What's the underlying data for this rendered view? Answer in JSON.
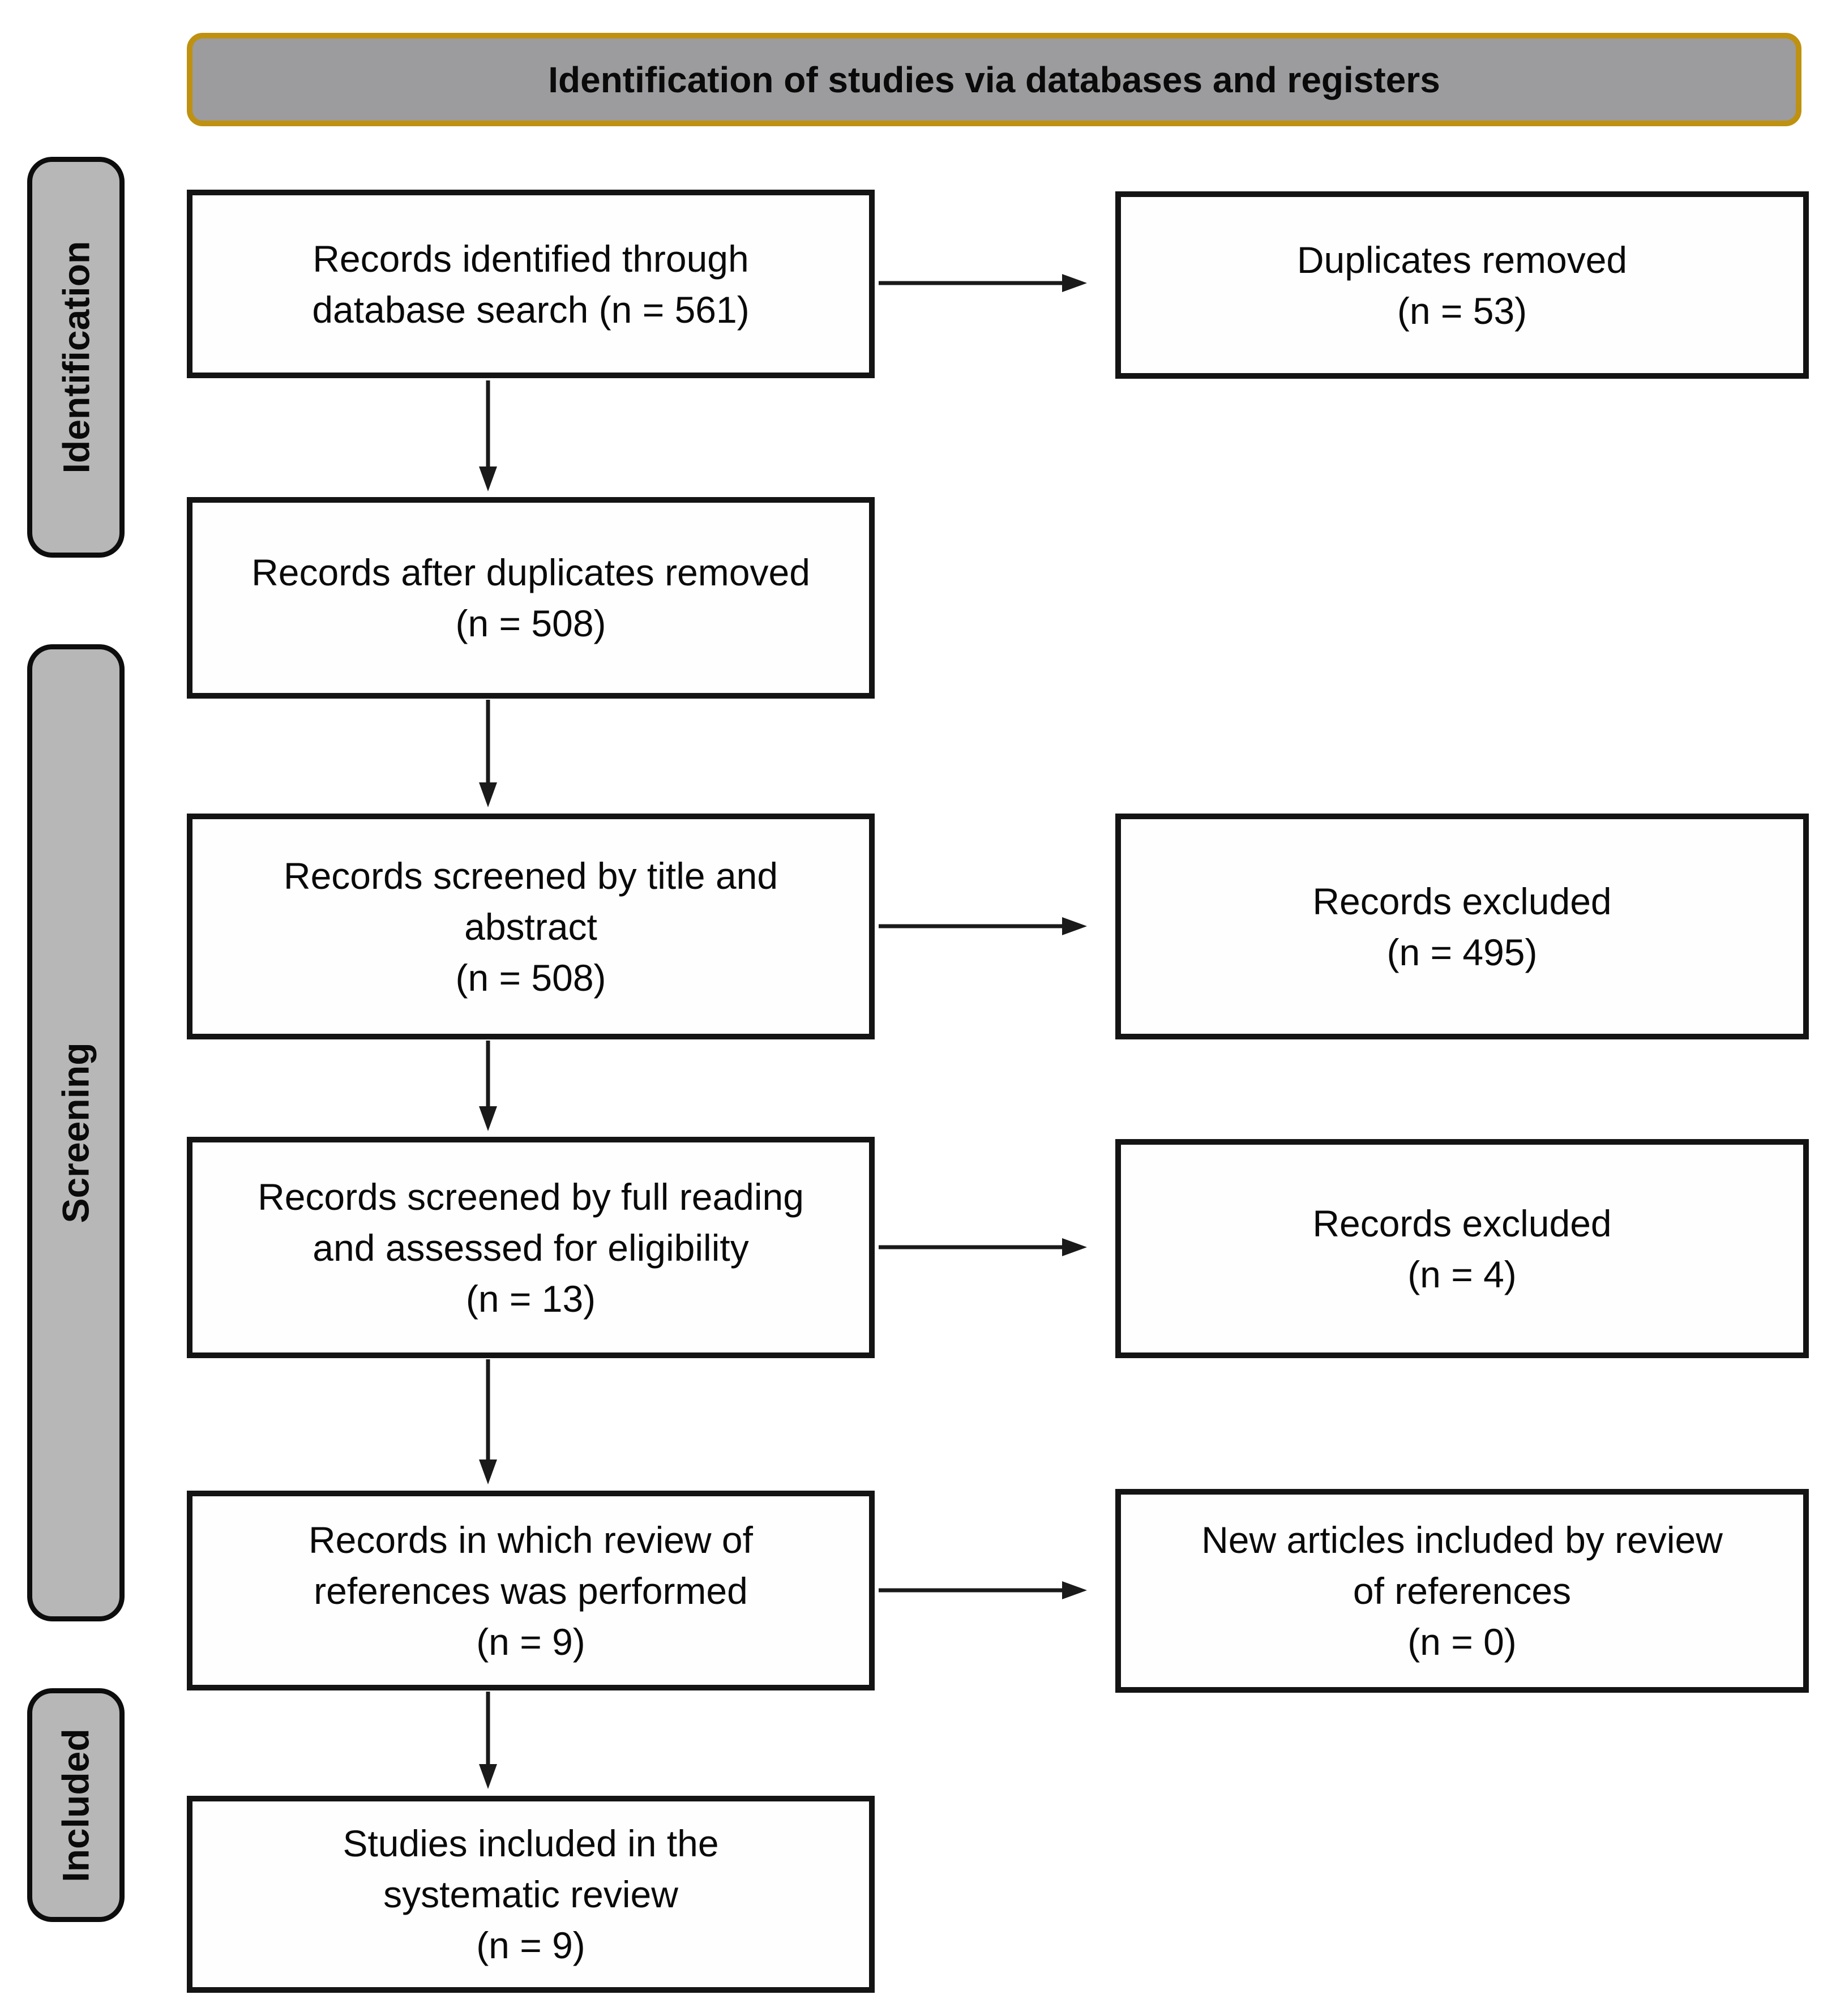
{
  "banner": {
    "label": "Identification of studies via databases and registers"
  },
  "stages": {
    "identification": "Identification",
    "screening": "Screening",
    "included": "Included"
  },
  "boxes": {
    "records_identified": "Records identified through\ndatabase search (n = 561)",
    "duplicates_removed": "Duplicates removed\n(n = 53)",
    "after_duplicates": "Records after duplicates removed\n(n = 508)",
    "screened_title_abstract": "Records screened by title and\nabstract\n(n = 508)",
    "excluded_title_abstract": "Records excluded\n(n = 495)",
    "screened_full_reading": "Records screened by full reading\nand assessed for eligibility\n(n = 13)",
    "excluded_full_reading": "Records excluded\n(n = 4)",
    "references_review": "Records in which review of\nreferences was performed\n(n = 9)",
    "new_articles_references": "New articles included by review\nof references\n(n = 0)",
    "studies_included": "Studies included in the\nsystematic review\n(n = 9)"
  },
  "counts": {
    "identified": 561,
    "duplicates_removed": 53,
    "after_duplicates": 508,
    "screened_title_abstract": 508,
    "excluded_title_abstract": 495,
    "screened_full_reading": 13,
    "excluded_full_reading": 4,
    "references_review": 9,
    "new_articles_references": 0,
    "studies_included": 9
  },
  "colors": {
    "banner-fill": "#9c9b9d",
    "banner-border": "#bf9110",
    "stage-fill": "#b7b7b7",
    "box-fill": "#fefefe",
    "box-border": "#141414",
    "arrow": "#1a1a1a",
    "text": "#0a0a0a"
  }
}
